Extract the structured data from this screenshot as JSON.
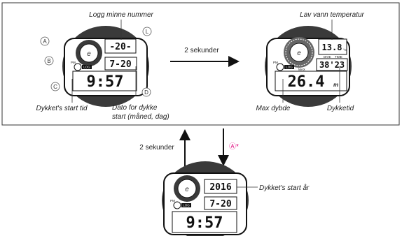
{
  "labels": {
    "log_number": "Logg minne nummer",
    "low_water_temp": "Lav vann temperatur",
    "dive_start_time": "Dykket's start tid",
    "dive_date_l1": "Dato for dykke",
    "dive_date_l2": "start (måned, dag)",
    "max_depth": "Max dybde",
    "dive_time": "Dykketid",
    "dive_start_year": "Dykket's start år"
  },
  "arrows": {
    "right_label": "2 sekunder",
    "up_label": "2 sekunder",
    "down_label": "Ⓐ*"
  },
  "buttons": {
    "a": "A",
    "b": "B",
    "c": "C",
    "d": "D",
    "l": "L"
  },
  "watch1": {
    "top": "-20-",
    "date": "7-20",
    "time": "9:57",
    "pm": "PM",
    "mode_tag": "LOG"
  },
  "watch2": {
    "min_tag": "MIN",
    "temp": "13.8",
    "temp_unit": "°C",
    "dive_tag": "DIVE",
    "time_tag": "TIME",
    "dive_time": "38'23",
    "max_tag": "MAX",
    "depth": "26.4",
    "depth_unit": "m",
    "pm": "PM",
    "mode_tag": "LOG"
  },
  "watch3": {
    "year": "2016",
    "date": "7-20",
    "time": "9:57",
    "pm": "PM",
    "mode_tag": "LOG"
  }
}
